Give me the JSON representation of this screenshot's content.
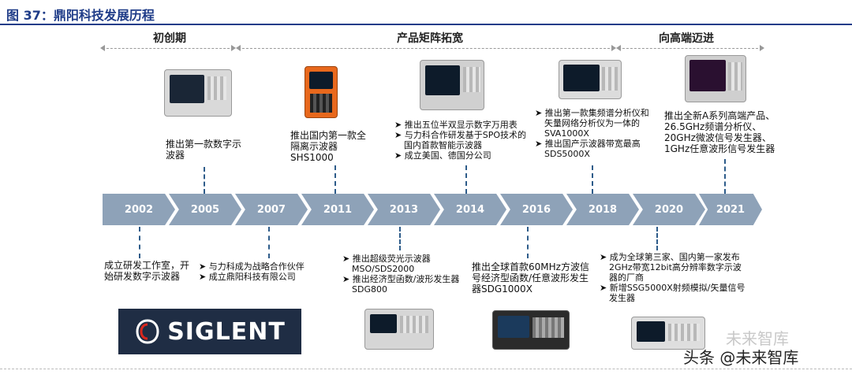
{
  "figure_title": "图 37：鼎阳科技发展历程",
  "phases": [
    {
      "label": "初创期"
    },
    {
      "label": "产品矩阵拓宽"
    },
    {
      "label": "向高端迈进"
    }
  ],
  "years": [
    "2002",
    "2005",
    "2007",
    "2011",
    "2013",
    "2014",
    "2016",
    "2018",
    "2020",
    "2021"
  ],
  "top_events": {
    "e2005": "推出第一款数字示波器",
    "e2011": "推出国内第一款全隔离示波器SHS1000",
    "e2014": [
      "推出五位半双显示数字万用表",
      "与力科合作研发基于SPO技术的国内首款智能示波器",
      "成立美国、德国分公司"
    ],
    "e2018": [
      "推出第一款集频谱分析仪和矢量网络分析仪为一体的SVA1000X",
      "推出国产示波器带宽最高SDS5000X"
    ],
    "e2021": "推出全新A系列高端产品、26.5GHz频谱分析仪、20GHz微波信号发生器、1GHz任意波形信号发生器"
  },
  "bottom_events": {
    "e2002": "成立研发工作室，开始研发数字示波器",
    "e2007": [
      "与力科成为战略合作伙伴",
      "成立鼎阳科技有限公司"
    ],
    "e2013": [
      "推出超级荧光示波器MSO/SDS2000",
      "推出经济型函数/波形发生器SDG800"
    ],
    "e2016": "推出全球首款60MHz方波信号经济型函数/任意波形发生器SDG1000X",
    "e2020": [
      "成为全球第三家、国内第一家发布2GHz带宽12bit高分辨率数字示波器的厂商",
      "新增SSG5000X射频模拟/矢量信号发生器"
    ]
  },
  "logo_text": "SIGLENT",
  "watermark_top": "未来智库",
  "watermark_bottom": "头条 @未来智库",
  "colors": {
    "title": "#1f3c88",
    "chevron": "#8ea2b8",
    "connector": "#2e5c8a"
  }
}
